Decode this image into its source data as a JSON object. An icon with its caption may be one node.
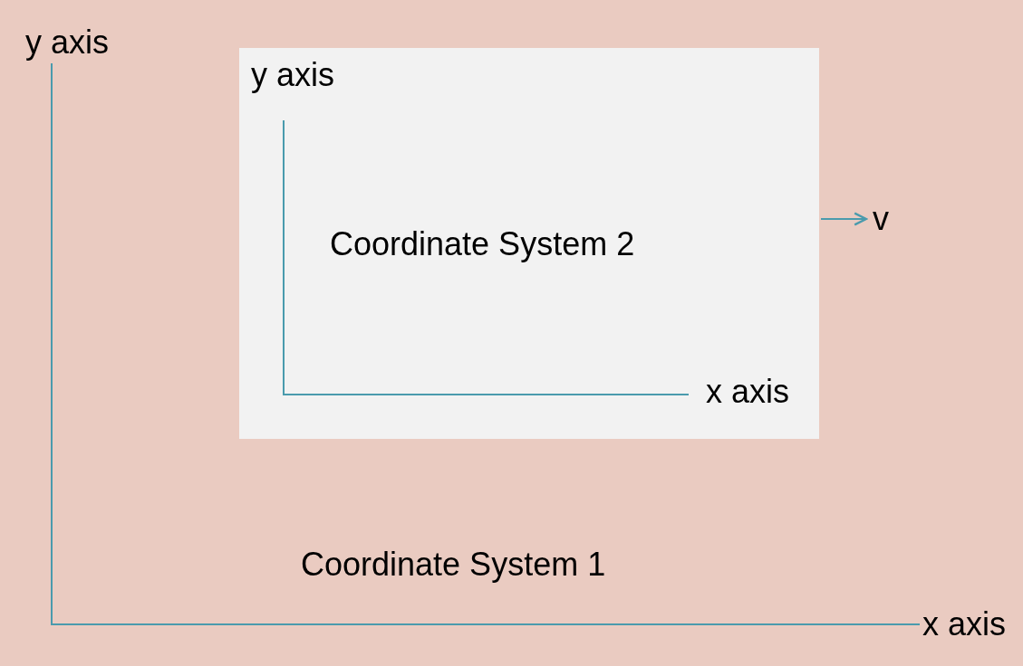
{
  "diagram": {
    "nodes": [
      {
        "text": [
          "y axis",
          "Coordinate System 2",
          "x axis"
        ]
      }
    ],
    "labels": [
      "y axis",
      "v",
      "Coordinate System 1",
      "x axis"
    ]
  }
}
